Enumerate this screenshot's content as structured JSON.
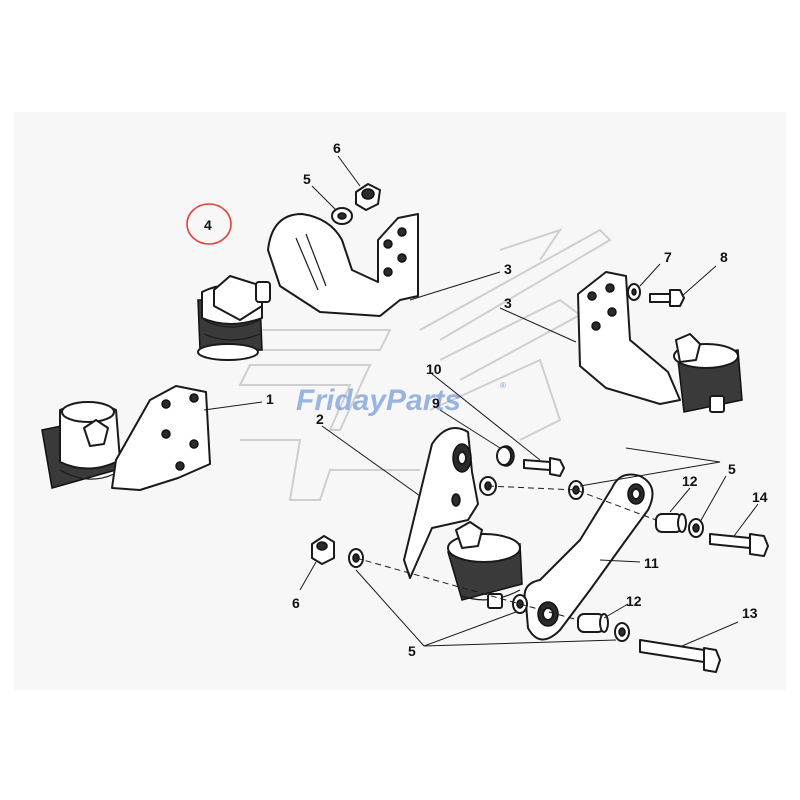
{
  "watermark": {
    "text": "FridayParts",
    "mark": "®"
  },
  "callouts": {
    "c1": "1",
    "c2": "2",
    "c3a": "3",
    "c3b": "3",
    "c4": "4",
    "c5a": "5",
    "c5b": "5",
    "c5c": "5",
    "c6a": "6",
    "c6b": "6",
    "c7": "7",
    "c8": "8",
    "c9": "9",
    "c10": "10",
    "c11": "11",
    "c12a": "12",
    "c12b": "12",
    "c13": "13",
    "c14": "14"
  },
  "highlight": {
    "callout": "4",
    "color": "#e0463a"
  }
}
